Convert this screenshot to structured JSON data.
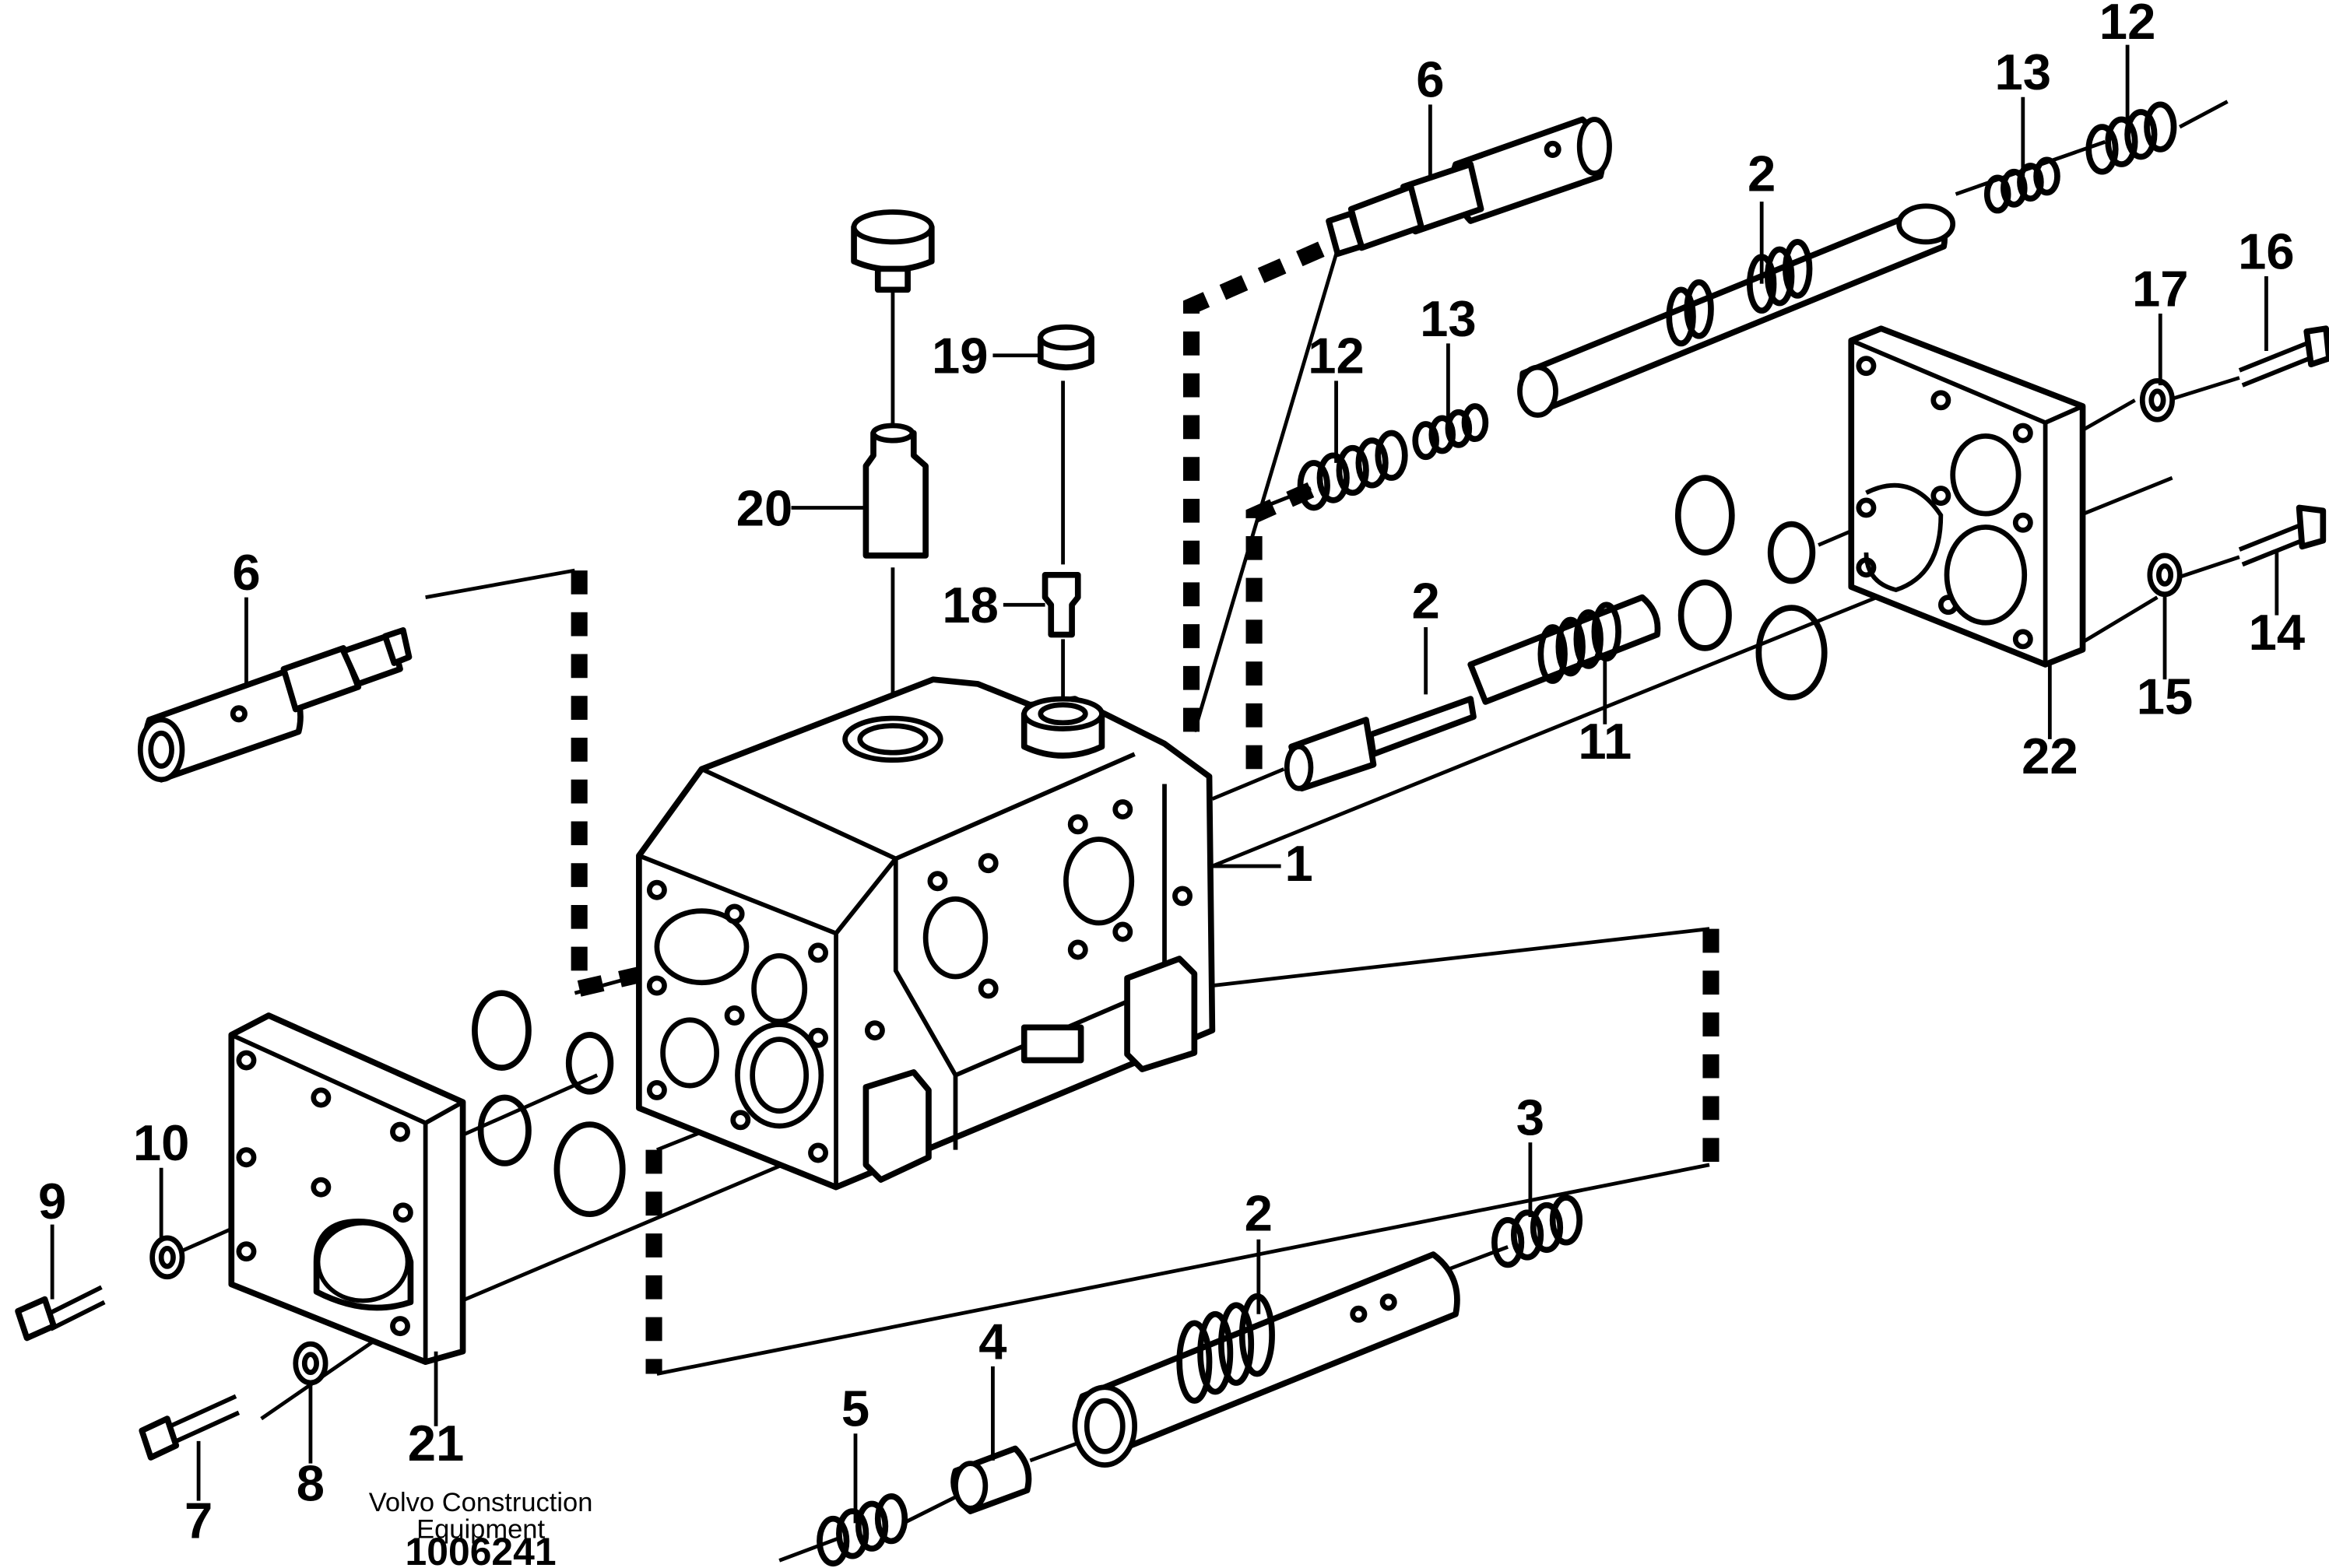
{
  "diagram": {
    "callouts": [
      {
        "id": "1",
        "text": "1"
      },
      {
        "id": "2a",
        "text": "2"
      },
      {
        "id": "2b",
        "text": "2"
      },
      {
        "id": "2c",
        "text": "2"
      },
      {
        "id": "3",
        "text": "3"
      },
      {
        "id": "4",
        "text": "4"
      },
      {
        "id": "5",
        "text": "5"
      },
      {
        "id": "6a",
        "text": "6"
      },
      {
        "id": "6b",
        "text": "6"
      },
      {
        "id": "7",
        "text": "7"
      },
      {
        "id": "8",
        "text": "8"
      },
      {
        "id": "9",
        "text": "9"
      },
      {
        "id": "10",
        "text": "10"
      },
      {
        "id": "11",
        "text": "11"
      },
      {
        "id": "12a",
        "text": "12"
      },
      {
        "id": "12b",
        "text": "12"
      },
      {
        "id": "13a",
        "text": "13"
      },
      {
        "id": "13b",
        "text": "13"
      },
      {
        "id": "14",
        "text": "14"
      },
      {
        "id": "15",
        "text": "15"
      },
      {
        "id": "16",
        "text": "16"
      },
      {
        "id": "17",
        "text": "17"
      },
      {
        "id": "18",
        "text": "18"
      },
      {
        "id": "19",
        "text": "19"
      },
      {
        "id": "20",
        "text": "20"
      },
      {
        "id": "21",
        "text": "21"
      },
      {
        "id": "22",
        "text": "22"
      }
    ],
    "footer": {
      "line1": "Volvo Construction",
      "line2": "Equipment",
      "drawing_number": "1006241"
    }
  }
}
